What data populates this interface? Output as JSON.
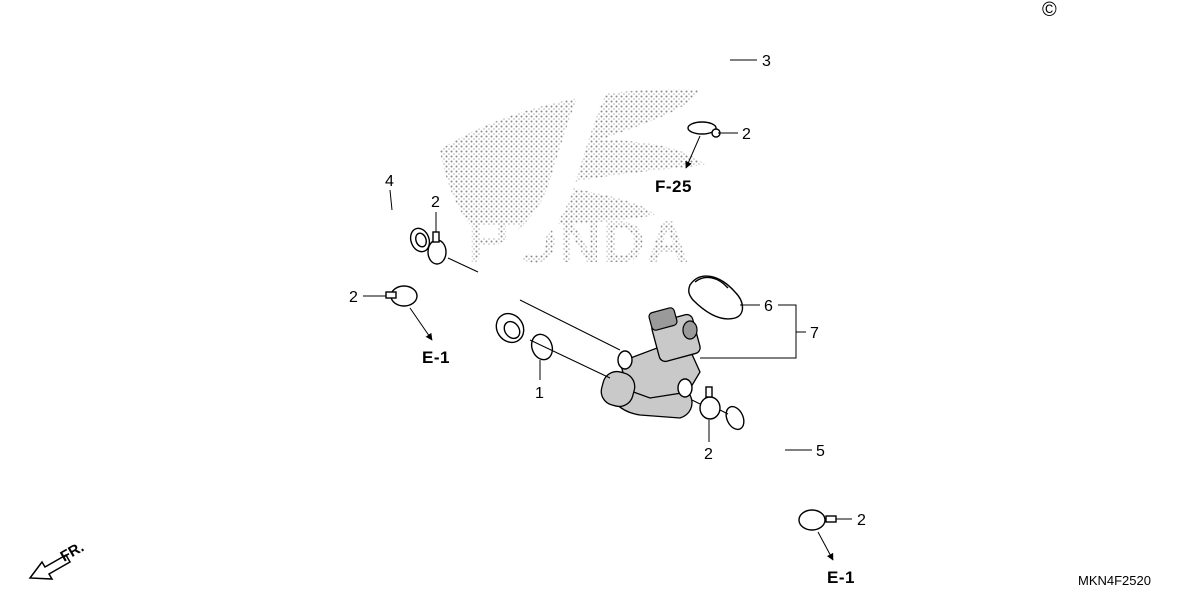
{
  "diagram": {
    "callouts": {
      "c1": "1",
      "c2a": "2",
      "c2b": "2",
      "c2c": "2",
      "c2d": "2",
      "c2e": "2",
      "c3": "3",
      "c4": "4",
      "c5": "5",
      "c6": "6",
      "c7": "7"
    },
    "references": {
      "f25": "F-25",
      "e1_left": "E-1",
      "e1_right": "E-1"
    },
    "front_label": "FR.",
    "watermark": "HONDA",
    "copyright": "©",
    "drawing_code": "MKN4F2520"
  }
}
